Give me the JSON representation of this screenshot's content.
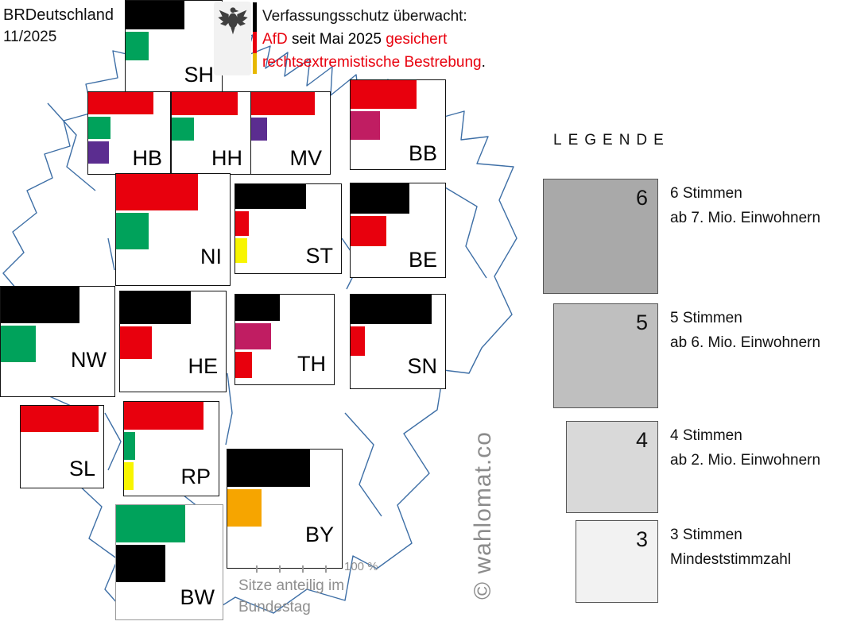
{
  "header": {
    "title_line1": "BRDeutschland",
    "title_line2": "11/2025",
    "notice": {
      "line1": "Verfassungsschutz überwacht:",
      "line2_parts": [
        {
          "text": "AfD ",
          "color": "red"
        },
        {
          "text": "seit Mai 2025 ",
          "color": "black"
        },
        {
          "text": "gesichert",
          "color": "red"
        }
      ],
      "line3_parts": [
        {
          "text": "rechtsextremistische Bestrebung",
          "color": "red"
        },
        {
          "text": ".",
          "color": "black"
        }
      ]
    }
  },
  "legend": {
    "title": "LEGENDE",
    "items": [
      {
        "number": "6",
        "line1": "6 Stimmen",
        "line2": "ab 7. Mio. Einwohnern",
        "fill": "#a9a9a9"
      },
      {
        "number": "5",
        "line1": "5 Stimmen",
        "line2": "ab 6. Mio. Einwohnern",
        "fill": "#bfbfbf"
      },
      {
        "number": "4",
        "line1": "4 Stimmen",
        "line2": "ab 2. Mio. Einwohnern",
        "fill": "#d9d9d9"
      },
      {
        "number": "3",
        "line1": "3 Stimmen",
        "line2": "Mindeststimmzahl",
        "fill": "#f2f2f2"
      }
    ]
  },
  "axis": {
    "max_label": "100 %",
    "caption_line1": "Sitze anteilig im",
    "caption_line2": "Bundestag"
  },
  "watermark": "© wahlomat.co",
  "colors": {
    "black": "#000000",
    "red": "#e8000d",
    "green": "#00a25b",
    "purple": "#5b2d90",
    "magenta": "#c01d62",
    "yellow": "#f8f500",
    "orange": "#f6a500",
    "outline": "#3e6fa6",
    "gray_text": "#8f8f8f"
  },
  "states": [
    {
      "id": "SH",
      "label": "SH",
      "bars": [
        {
          "color": "black",
          "pct": 61
        },
        {
          "color": "green",
          "pct": 24
        }
      ]
    },
    {
      "id": "HB",
      "label": "HB",
      "bars": [
        {
          "color": "red",
          "pct": 80
        },
        {
          "color": "green",
          "pct": 27
        },
        {
          "color": "purple",
          "pct": 25
        }
      ]
    },
    {
      "id": "HH",
      "label": "HH",
      "bars": [
        {
          "color": "red",
          "pct": 84
        },
        {
          "color": "green",
          "pct": 28
        }
      ]
    },
    {
      "id": "MV",
      "label": "MV",
      "bars": [
        {
          "color": "red",
          "pct": 81
        },
        {
          "color": "purple",
          "pct": 20
        }
      ]
    },
    {
      "id": "BB",
      "label": "BB",
      "bars": [
        {
          "color": "red",
          "pct": 70
        },
        {
          "color": "magenta",
          "pct": 31
        }
      ]
    },
    {
      "id": "NI",
      "label": "NI",
      "bars": [
        {
          "color": "red",
          "pct": 72
        },
        {
          "color": "green",
          "pct": 29
        }
      ]
    },
    {
      "id": "ST",
      "label": "ST",
      "bars": [
        {
          "color": "black",
          "pct": 67
        },
        {
          "color": "red",
          "pct": 13
        },
        {
          "color": "yellow",
          "pct": 11
        }
      ]
    },
    {
      "id": "BE",
      "label": "BE",
      "bars": [
        {
          "color": "black",
          "pct": 62
        },
        {
          "color": "red",
          "pct": 38
        }
      ]
    },
    {
      "id": "NW",
      "label": "NW",
      "bars": [
        {
          "color": "black",
          "pct": 69
        },
        {
          "color": "green",
          "pct": 31
        }
      ]
    },
    {
      "id": "HE",
      "label": "HE",
      "bars": [
        {
          "color": "black",
          "pct": 67
        },
        {
          "color": "red",
          "pct": 30
        }
      ]
    },
    {
      "id": "TH",
      "label": "TH",
      "bars": [
        {
          "color": "black",
          "pct": 45
        },
        {
          "color": "magenta",
          "pct": 36
        },
        {
          "color": "red",
          "pct": 17
        }
      ]
    },
    {
      "id": "SN",
      "label": "SN",
      "bars": [
        {
          "color": "black",
          "pct": 86
        },
        {
          "color": "red",
          "pct": 15
        }
      ]
    },
    {
      "id": "SL",
      "label": "SL",
      "bars": [
        {
          "color": "red",
          "pct": 94
        }
      ]
    },
    {
      "id": "RP",
      "label": "RP",
      "bars": [
        {
          "color": "red",
          "pct": 84
        },
        {
          "color": "green",
          "pct": 12
        },
        {
          "color": "yellow",
          "pct": 10
        }
      ]
    },
    {
      "id": "BY",
      "label": "BY",
      "bars": [
        {
          "color": "black",
          "pct": 72
        },
        {
          "color": "orange",
          "pct": 30
        }
      ]
    },
    {
      "id": "BW",
      "label": "BW",
      "bars": [
        {
          "color": "green",
          "pct": 65
        },
        {
          "color": "black",
          "pct": 46
        }
      ]
    }
  ]
}
